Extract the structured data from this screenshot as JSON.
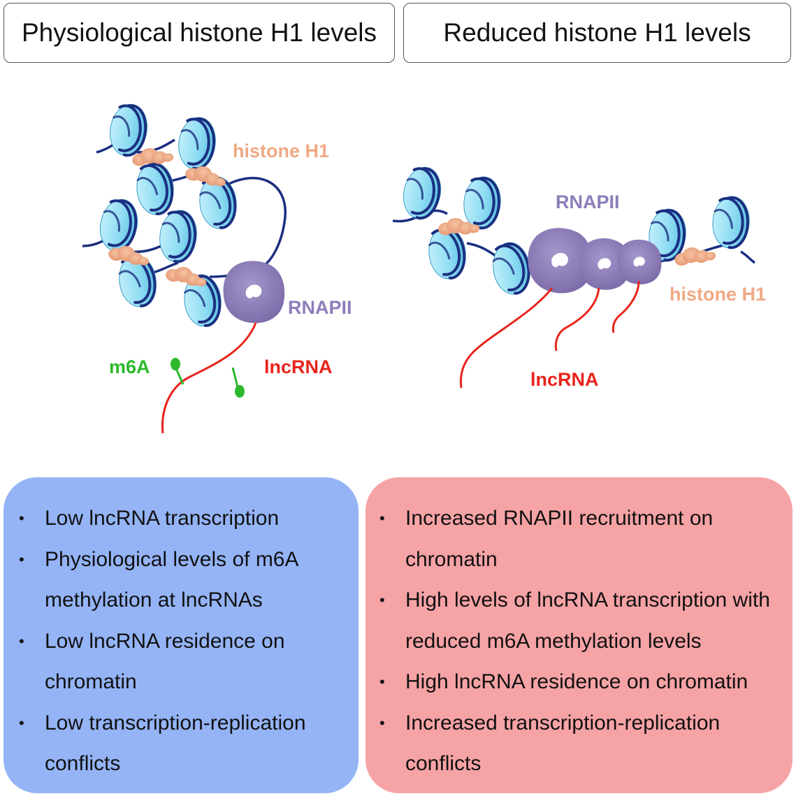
{
  "headers": {
    "left": "Physiological histone H1 levels",
    "right": "Reduced histone H1 levels"
  },
  "diagram": {
    "left": {
      "histone_label": "histone H1",
      "rnapii_label": "RNAPII",
      "m6a_label": "m6A",
      "lncrna_label": "lncRNA"
    },
    "right": {
      "rnapii_label": "RNAPII",
      "histone_label": "histone H1",
      "lncrna_label": "lncRNA"
    }
  },
  "panels": {
    "left": {
      "items": [
        "Low lncRNA transcription",
        "Physiological levels of m6A methylation at lncRNAs",
        "Low lncRNA residence on chromatin",
        "Low transcription-replication conflicts"
      ]
    },
    "right": {
      "items": [
        "Increased RNAPII recruitment on chromatin",
        "High levels of lncRNA transcription with reduced m6A methylation levels",
        "High lncRNA residence on chromatin",
        "Increased transcription-replication conflicts"
      ]
    }
  },
  "colors": {
    "nucleosome": "#8edcf3",
    "dna": "#1a2f80",
    "histone_h1": "#efa984",
    "rnapii": "#8d7db8",
    "lncrna": "#e8241c",
    "m6a": "#2cb82c",
    "panel_left_bg": "#94b4f6",
    "panel_right_bg": "#f6a3a6"
  }
}
